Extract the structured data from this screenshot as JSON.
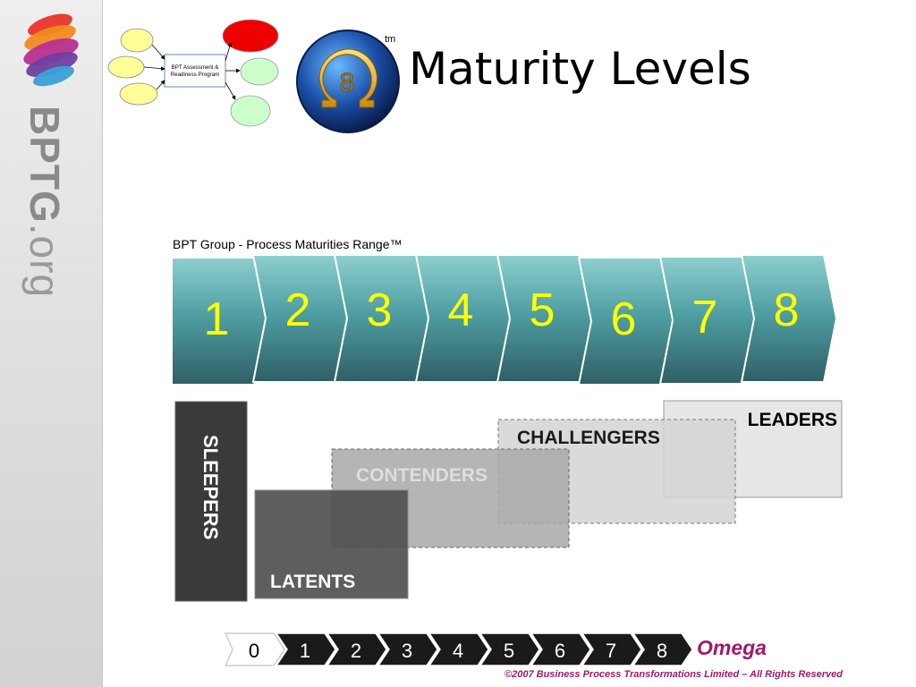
{
  "slide": {
    "title": "Maturity Levels",
    "trademark": "tm",
    "range_caption": "BPT Group - Process Maturities Range™",
    "copyright": "©2007 Business Process Transformations Limited  – All Rights Reserved"
  },
  "sidebar": {
    "brand_strong": "BPTG",
    "brand_light": ".org",
    "logo_colors": [
      "#e8352b",
      "#f28a1e",
      "#b8308f",
      "#6f3fa0",
      "#3aa0d8"
    ]
  },
  "flowchart": {
    "center_label_line1": "BPT Assessment &",
    "center_label_line2": "Readiness Program"
  },
  "emblem": {
    "digit": "8"
  },
  "maturity_levels": {
    "labels": [
      "1",
      "2",
      "3",
      "4",
      "5",
      "6",
      "7",
      "8"
    ],
    "arrow_color": "#3f8a8d",
    "number_color": "#ffff00"
  },
  "groups": {
    "sleepers": "SLEEPERS",
    "latents": "LATENTS",
    "contenders": "CONTENDERS",
    "challengers": "CHALLENGERS",
    "leaders": "LEADERS"
  },
  "level_bar": {
    "labels": [
      "0",
      "1",
      "2",
      "3",
      "4",
      "5",
      "6",
      "7",
      "8"
    ],
    "omega_label": "Omega",
    "chevron_color": "#1a1a1a"
  }
}
